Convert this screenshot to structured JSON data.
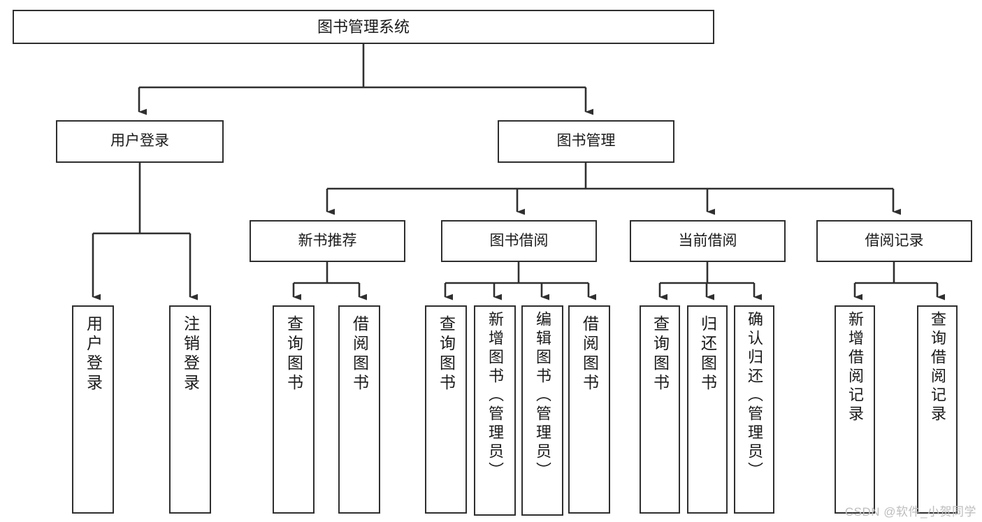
{
  "diagram": {
    "title": "图书管理系统",
    "type": "tree",
    "watermark": "CSDN @软件_小贺同学",
    "colors": {
      "border": "#2f2f2f",
      "box_fill": "#ffffff",
      "background": "#ffffff",
      "text": "#1a1a1a",
      "watermark": "#bdbdbd"
    },
    "nodes": {
      "root": {
        "label": "图书管理系统"
      },
      "level1": [
        {
          "label": "用户登录"
        },
        {
          "label": "图书管理"
        }
      ],
      "level2": [
        {
          "label": "新书推荐"
        },
        {
          "label": "图书借阅"
        },
        {
          "label": "当前借阅"
        },
        {
          "label": "借阅记录"
        }
      ],
      "leaves": {
        "user_login": [
          {
            "label": "用户登录"
          },
          {
            "label": "注销登录"
          }
        ],
        "new_book_rec": [
          {
            "label": "查询图书"
          },
          {
            "label": "借阅图书"
          }
        ],
        "book_borrow": [
          {
            "label": "查询图书"
          },
          {
            "label": "新增图书（管理员）"
          },
          {
            "label": "编辑图书（管理员）"
          },
          {
            "label": "借阅图书"
          }
        ],
        "current_borrow": [
          {
            "label": "查询图书"
          },
          {
            "label": "归还图书"
          },
          {
            "label": "确认归还（管理员）"
          }
        ],
        "borrow_record": [
          {
            "label": "新增借阅记录"
          },
          {
            "label": "查询借阅记录"
          }
        ]
      }
    }
  }
}
